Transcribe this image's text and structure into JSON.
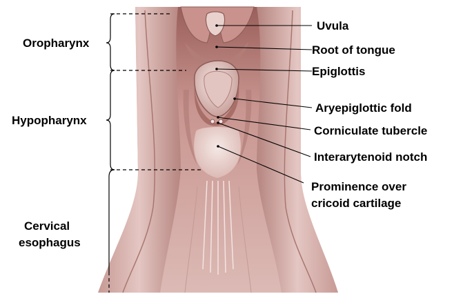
{
  "regions": [
    {
      "id": "oropharynx",
      "lines": [
        "Oropharynx"
      ]
    },
    {
      "id": "hypopharynx",
      "lines": [
        "Hypopharynx"
      ]
    },
    {
      "id": "cervical-esophagus",
      "lines": [
        "Cervical",
        "esophagus"
      ]
    }
  ],
  "labels": [
    {
      "id": "uvula",
      "lines": [
        "Uvula"
      ]
    },
    {
      "id": "root-of-tongue",
      "lines": [
        "Root of tongue"
      ]
    },
    {
      "id": "epiglottis",
      "lines": [
        "Epiglottis"
      ]
    },
    {
      "id": "aryepiglottic-fold",
      "lines": [
        "Aryepiglottic fold"
      ]
    },
    {
      "id": "corniculate-tubercle",
      "lines": [
        "Corniculate tubercle"
      ]
    },
    {
      "id": "interarytenoid-notch",
      "lines": [
        "Interarytenoid notch"
      ]
    },
    {
      "id": "prominence-over-cricoid-cartilage",
      "lines": [
        "Prominence over",
        "cricoid cartilage"
      ]
    }
  ],
  "colors": {
    "tissue": "#dcbab5",
    "tissue_dark": "#b58680",
    "tissue_shadow": "#8c5c57",
    "tissue_light": "#f1e2df",
    "line": "#000000"
  }
}
